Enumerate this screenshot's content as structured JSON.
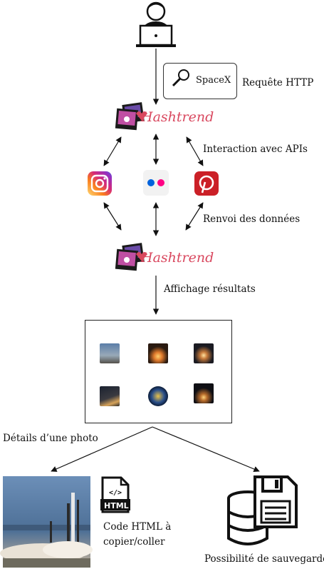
{
  "search": {
    "query": "SpaceX"
  },
  "labels": {
    "http_request": "Requête HTTP",
    "api_interaction": "Interaction avec APIs",
    "data_return": "Renvoi des données",
    "display_results": "Affichage résultats",
    "photo_details": "Détails d’une photo",
    "html_code_line1": "Code HTML à",
    "html_code_line2": "copier/coller",
    "save_option": "Possibilité de sauvegarde"
  },
  "logos": {
    "app": "Hashtrend"
  },
  "html_badge": {
    "text": "HTML",
    "tag": "</>"
  },
  "icons": [
    "user-laptop-icon",
    "magnifier-icon",
    "hashtrend-logo-icon",
    "instagram-icon",
    "flickr-icon",
    "pinterest-icon",
    "html-file-icon",
    "database-save-icon"
  ],
  "colors": {
    "pinterest": "#cb2027",
    "flickr_blue": "#0063dc",
    "flickr_pink": "#ff0084",
    "hashtrend_red": "#d9485f"
  }
}
